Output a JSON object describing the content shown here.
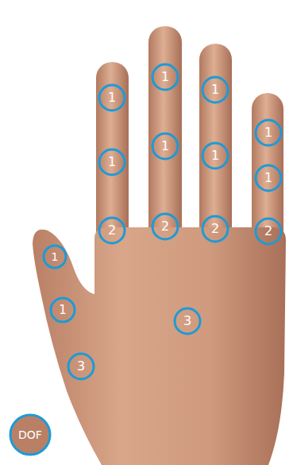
{
  "diagram": {
    "nodes": [
      {
        "text": [
          "1"
        ]
      },
      {
        "text": [
          "1"
        ]
      },
      {
        "text": [
          "1"
        ]
      },
      {
        "text": [
          "1"
        ]
      },
      {
        "text": [
          "1"
        ]
      },
      {
        "text": [
          "1"
        ]
      },
      {
        "text": [
          "1"
        ]
      },
      {
        "text": [
          "1"
        ]
      },
      {
        "text": [
          "2"
        ]
      },
      {
        "text": [
          "2"
        ]
      },
      {
        "text": [
          "2"
        ]
      },
      {
        "text": [
          "2"
        ]
      },
      {
        "text": [
          "1"
        ]
      },
      {
        "text": [
          "1"
        ]
      },
      {
        "text": [
          "3"
        ]
      },
      {
        "text": [
          "3"
        ]
      },
      {
        "text": [
          "DOF"
        ]
      }
    ]
  }
}
